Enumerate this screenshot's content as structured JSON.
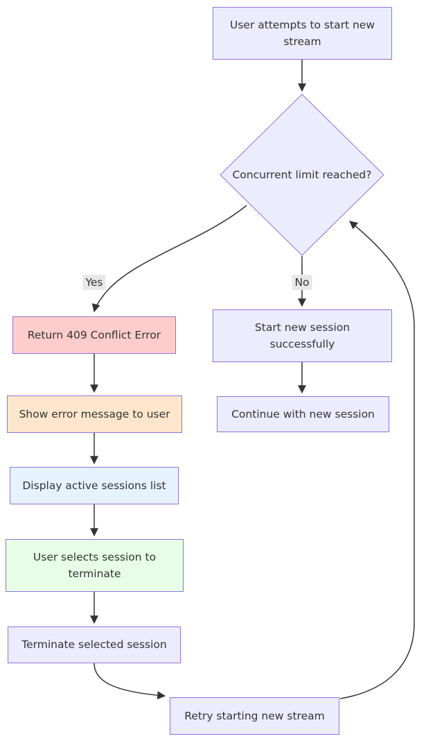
{
  "diagram_type": "flowchart",
  "nodes": {
    "start": {
      "label": "User attempts to start new stream",
      "lines": [
        "User attempts to start new",
        "stream"
      ],
      "fill": "#ECECFF",
      "stroke": "#9370DB"
    },
    "decision": {
      "label": "Concurrent limit reached?",
      "lines": [
        "Concurrent limit reached?"
      ],
      "fill": "#ECECFF",
      "stroke": "#9370DB"
    },
    "return_409": {
      "label": "Return 409 Conflict Error",
      "lines": [
        "Return 409 Conflict Error"
      ],
      "fill": "#FFCCCC",
      "stroke": "#9370DB"
    },
    "show_error": {
      "label": "Show error message to user",
      "lines": [
        "Show error message to user"
      ],
      "fill": "#FFE6CC",
      "stroke": "#9370DB"
    },
    "display_sessions": {
      "label": "Display active sessions list",
      "lines": [
        "Display active sessions list"
      ],
      "fill": "#E6F3FF",
      "stroke": "#9370DB"
    },
    "select_session": {
      "label": "User selects session to terminate",
      "lines": [
        "User selects session to",
        "terminate"
      ],
      "fill": "#E6FFE6",
      "stroke": "#9370DB"
    },
    "terminate_session": {
      "label": "Terminate selected session",
      "lines": [
        "Terminate selected session"
      ],
      "fill": "#ECECFF",
      "stroke": "#9370DB"
    },
    "start_session": {
      "label": "Start new session successfully",
      "lines": [
        "Start new session",
        "successfully"
      ],
      "fill": "#ECECFF",
      "stroke": "#9370DB"
    },
    "continue_session": {
      "label": "Continue with new session",
      "lines": [
        "Continue with new session"
      ],
      "fill": "#ECECFF",
      "stroke": "#9370DB"
    },
    "retry": {
      "label": "Retry starting new stream",
      "lines": [
        "Retry starting new stream"
      ],
      "fill": "#ECECFF",
      "stroke": "#9370DB"
    }
  },
  "edge_labels": {
    "yes": "Yes",
    "no": "No"
  },
  "colors": {
    "edge": "#333333",
    "text": "#333333",
    "edge_label_background": "#e8e8e8",
    "background": "#ffffff"
  }
}
